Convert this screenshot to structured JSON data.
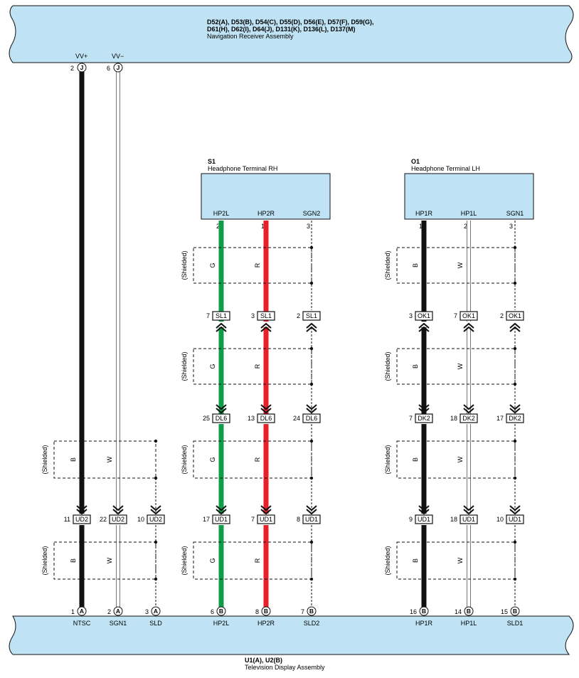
{
  "top_assembly": {
    "codes_line1": "D52(A), D53(B), D54(C), D55(D), D56(E), D57(F), D59(G),",
    "codes_line2": "D61(H), D62(I), D64(J), D131(K), D136(L), D137(M)",
    "name": "Navigation Receiver Assembly",
    "pins": [
      {
        "pin": "2",
        "conn": "J",
        "signal": "VV+"
      },
      {
        "pin": "6",
        "conn": "J",
        "signal": "VV−"
      }
    ]
  },
  "bottom_assembly": {
    "codes": "U1(A), U2(B)",
    "name": "Television Display Assembly",
    "pins": [
      {
        "pin": "1",
        "conn": "A",
        "signal": "NTSC"
      },
      {
        "pin": "2",
        "conn": "A",
        "signal": "SGN1"
      },
      {
        "pin": "3",
        "conn": "A",
        "signal": "SLD"
      },
      {
        "pin": "6",
        "conn": "B",
        "signal": "HP2L"
      },
      {
        "pin": "8",
        "conn": "B",
        "signal": "HP2R"
      },
      {
        "pin": "7",
        "conn": "B",
        "signal": "SLD2"
      },
      {
        "pin": "16",
        "conn": "B",
        "signal": "HP1R"
      },
      {
        "pin": "14",
        "conn": "B",
        "signal": "HP1L"
      },
      {
        "pin": "15",
        "conn": "B",
        "signal": "SLD1"
      }
    ]
  },
  "components": [
    {
      "id": "S1",
      "name": "Headphone Terminal RH",
      "pins": [
        {
          "label": "HP2L",
          "pin": "2"
        },
        {
          "label": "HP2R",
          "pin": "1"
        },
        {
          "label": "SGN2",
          "pin": "3"
        }
      ]
    },
    {
      "id": "O1",
      "name": "Headphone Terminal LH",
      "pins": [
        {
          "label": "HP1R",
          "pin": "1"
        },
        {
          "label": "HP1L",
          "pin": "2"
        },
        {
          "label": "SGN1",
          "pin": "3"
        }
      ]
    }
  ],
  "shield_label": "(Shielded)",
  "wire_colors": {
    "B": "#111111",
    "W": "#ffffff",
    "G": "#0f9d4a",
    "R": "#e8202a"
  },
  "connectors": {
    "UD2": [
      {
        "pin": "11",
        "name": "UD2"
      },
      {
        "pin": "22",
        "name": "UD2"
      },
      {
        "pin": "10",
        "name": "UD2"
      }
    ],
    "SL1": [
      {
        "pin": "7",
        "name": "SL1"
      },
      {
        "pin": "3",
        "name": "SL1"
      },
      {
        "pin": "2",
        "name": "SL1"
      }
    ],
    "DL6": [
      {
        "pin": "25",
        "name": "DL6"
      },
      {
        "pin": "13",
        "name": "DL6"
      },
      {
        "pin": "24",
        "name": "DL6"
      }
    ],
    "UD1a": [
      {
        "pin": "17",
        "name": "UD1"
      },
      {
        "pin": "7",
        "name": "UD1"
      },
      {
        "pin": "8",
        "name": "UD1"
      }
    ],
    "OK1": [
      {
        "pin": "3",
        "name": "OK1"
      },
      {
        "pin": "7",
        "name": "OK1"
      },
      {
        "pin": "2",
        "name": "OK1"
      }
    ],
    "DK2": [
      {
        "pin": "7",
        "name": "DK2"
      },
      {
        "pin": "18",
        "name": "DK2"
      },
      {
        "pin": "17",
        "name": "DK2"
      }
    ],
    "UD1b": [
      {
        "pin": "9",
        "name": "UD1"
      },
      {
        "pin": "18",
        "name": "UD1"
      },
      {
        "pin": "10",
        "name": "UD1"
      }
    ]
  },
  "shield_wire_colors": {
    "g1": [
      "B",
      "W"
    ],
    "g2": [
      "G",
      "R"
    ],
    "g3": [
      "B",
      "W"
    ]
  }
}
